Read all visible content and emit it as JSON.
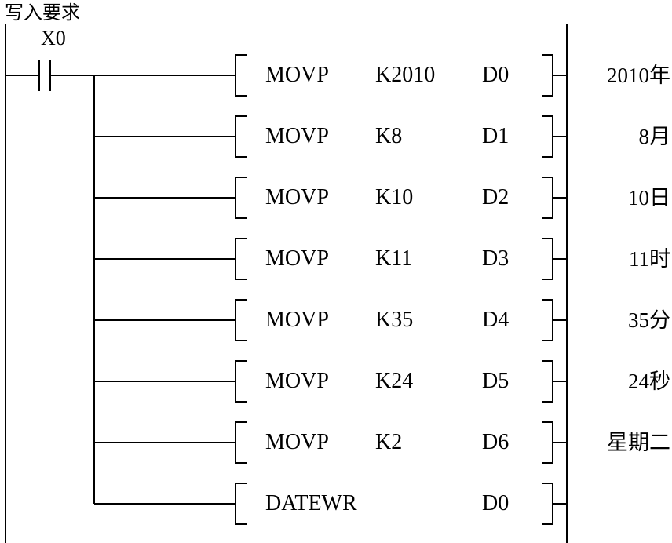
{
  "diagram": {
    "title": "写入要求",
    "contact": "X0",
    "rungs": [
      {
        "op": "MOVP",
        "src": "K2010",
        "dst": "D0",
        "comment": "2010年"
      },
      {
        "op": "MOVP",
        "src": "K8",
        "dst": "D1",
        "comment": "8月"
      },
      {
        "op": "MOVP",
        "src": "K10",
        "dst": "D2",
        "comment": "10日"
      },
      {
        "op": "MOVP",
        "src": "K11",
        "dst": "D3",
        "comment": "11时"
      },
      {
        "op": "MOVP",
        "src": "K35",
        "dst": "D4",
        "comment": "35分"
      },
      {
        "op": "MOVP",
        "src": "K24",
        "dst": "D5",
        "comment": "24秒"
      },
      {
        "op": "MOVP",
        "src": "K2",
        "dst": "D6",
        "comment": "星期二"
      },
      {
        "op": "DATEWR",
        "src": "",
        "dst": "D0",
        "comment": ""
      }
    ]
  }
}
